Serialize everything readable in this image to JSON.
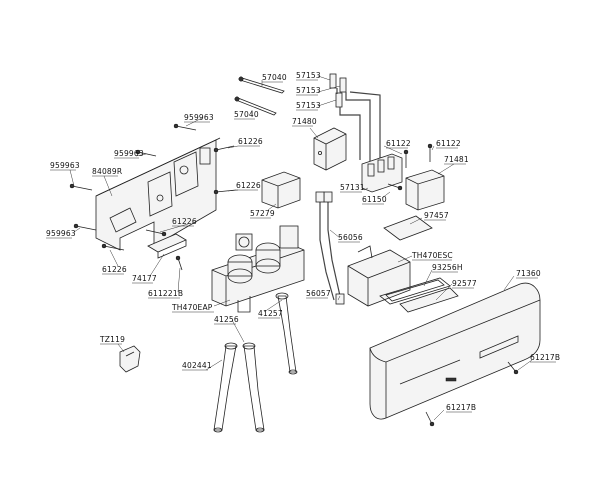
{
  "part_labels": {
    "p57040a": "57040",
    "p57040b": "57040",
    "p57153a": "57153",
    "p57153b": "57153",
    "p57153c": "57153",
    "p71480": "71480",
    "p959963a": "959963",
    "p959963b": "959963",
    "p959963c": "959963",
    "p959963d": "959963",
    "p84089R": "84089R",
    "p61226a": "61226",
    "p61226b": "61226",
    "p61226c": "61226",
    "p61226d": "61226",
    "p57279": "57279",
    "p61122a": "61122",
    "p61122b": "61122",
    "p71481": "71481",
    "p57131": "57131",
    "p61150": "61150",
    "p97457": "97457",
    "p56056": "56056",
    "p56057": "56057",
    "pTH470ESC": "TH470ESC",
    "p93256H": "93256H",
    "p92577": "92577",
    "p71360": "71360",
    "p74177": "74177",
    "p611221B": "611221B",
    "pTH470EAP": "TH470EAP",
    "p41256": "41256",
    "p41257": "41257",
    "pTZ119": "TZ119",
    "p402441": "402441",
    "p61217Ba": "61217B",
    "p61217Bb": "61217B"
  }
}
